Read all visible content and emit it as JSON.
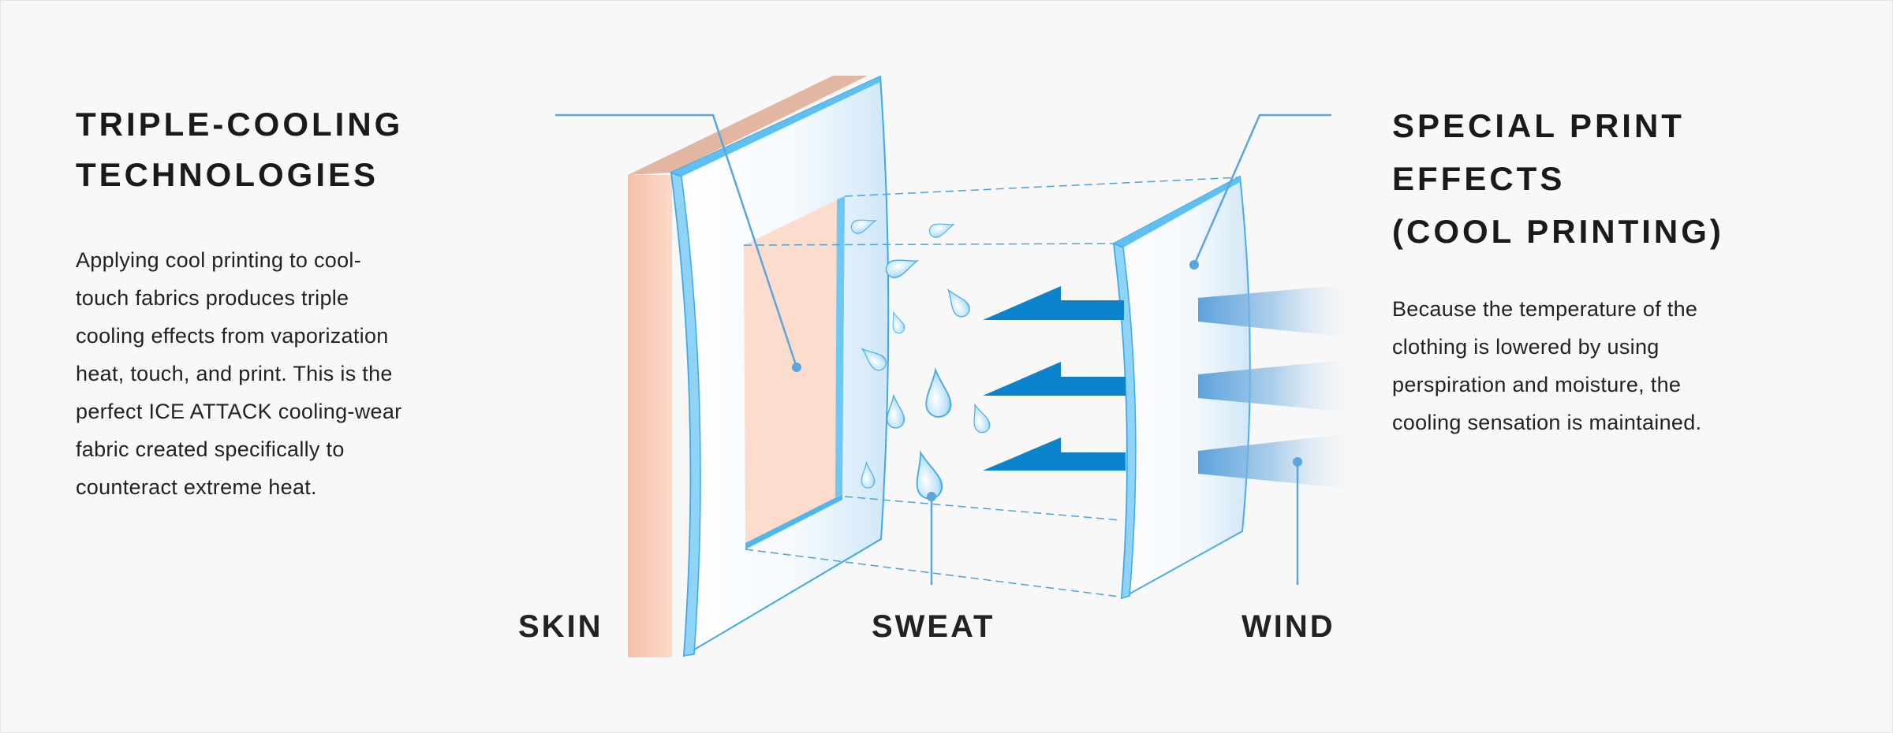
{
  "left_panel": {
    "title_lines": [
      "TRIPLE-COOLING",
      "TECHNOLOGIES"
    ],
    "body_lines": [
      "Applying cool printing to cool-",
      "touch fabrics produces triple",
      "cooling effects from vaporization",
      "heat, touch, and print. This is the",
      "perfect ICE ATTACK cooling-wear",
      "fabric created specifically to",
      "counteract extreme heat."
    ]
  },
  "right_panel": {
    "title_lines": [
      "SPECIAL PRINT",
      "EFFECTS",
      "(COOL PRINTING)"
    ],
    "body_lines": [
      "Because the temperature of the",
      "clothing is lowered by using",
      "perspiration and moisture, the",
      "cooling sensation is maintained."
    ]
  },
  "diagram_labels": {
    "skin": "SKIN",
    "sweat": "SWEAT",
    "wind": "WIND"
  },
  "colors": {
    "accent_blue": "#0a84cc",
    "leader_line": "#5aa6dc",
    "skin": "#f6c6b2",
    "fabric_edge": "#7fcdf4"
  }
}
